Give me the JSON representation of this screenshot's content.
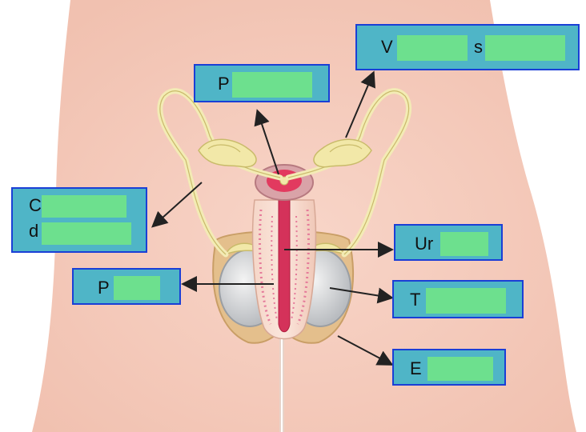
{
  "colors": {
    "label_border": "#1a3fd6",
    "label_fill": "#4fb5c7",
    "answer_mask": "#6de08e",
    "skin": "#f6d2c6",
    "arrow": "#222222"
  },
  "labels": {
    "vas": "V",
    "vas_tail": "s",
    "prostate": "P",
    "duct_line1": "C",
    "duct_line2": "d",
    "urethra": "Ur",
    "penis": "P",
    "testis": "T",
    "epididymis": "E"
  }
}
